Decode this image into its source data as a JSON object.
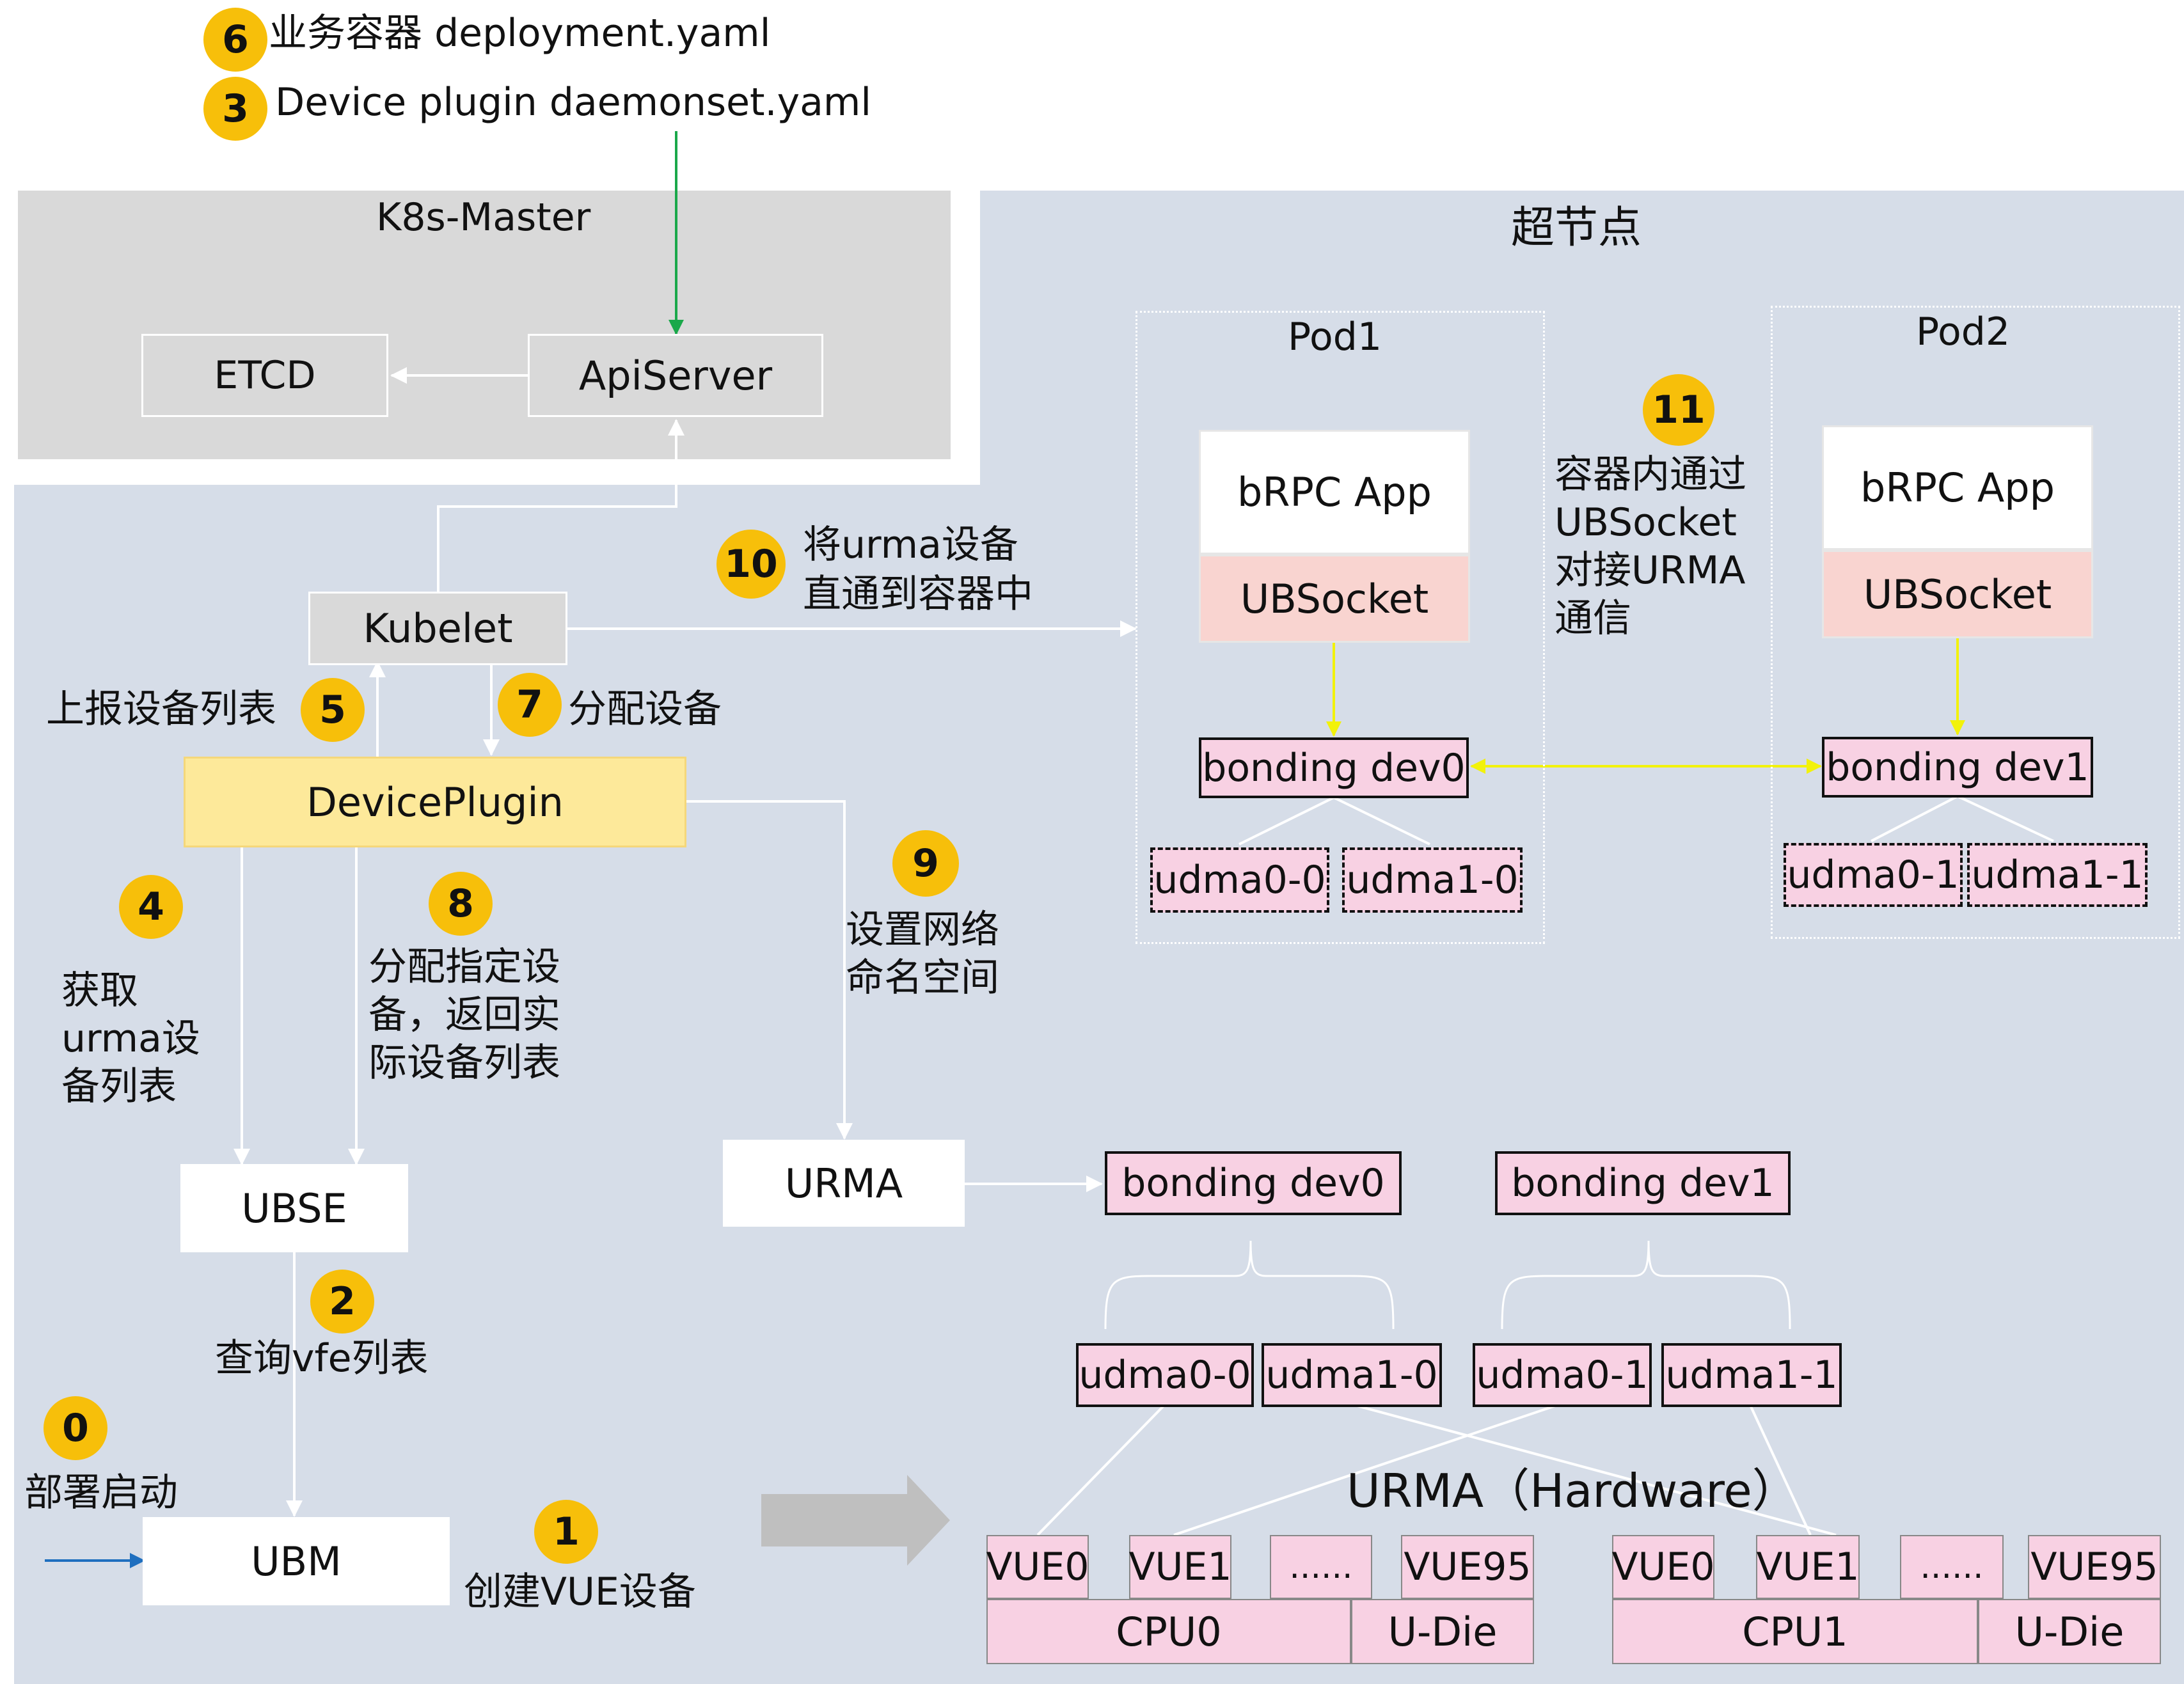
{
  "steps": {
    "s0": "0",
    "s1": "1",
    "s2": "2",
    "s3": "3",
    "s4": "4",
    "s5": "5",
    "s6": "6",
    "s7": "7",
    "s8": "8",
    "s9": "9",
    "s10": "10",
    "s11": "11"
  },
  "top": {
    "line6": "业务容器 deployment.yaml",
    "line3": "Device plugin daemonset.yaml"
  },
  "master": {
    "title": "K8s-Master",
    "etcd": "ETCD",
    "apiserver": "ApiServer"
  },
  "supernode": {
    "title": "超节点"
  },
  "kubelet": "Kubelet",
  "deviceplugin": "DevicePlugin",
  "ubse": "UBSE",
  "ubm": "UBM",
  "urma": "URMA",
  "labels": {
    "l10a": "将urma设备",
    "l10b": "直通到容器中",
    "l5": "上报设备列表",
    "l7": "分配设备",
    "l4a": "获取",
    "l4b": "urma设",
    "l4c": "备列表",
    "l8a": "分配指定设",
    "l8b": "备，返回实",
    "l8c": "际设备列表",
    "l9a": "设置网络",
    "l9b": "命名空间",
    "l2": "查询vfe列表",
    "l0": "部署启动",
    "l1": "创建VUE设备",
    "l11a": "容器内通过",
    "l11b": "UBSocket",
    "l11c": "对接URMA",
    "l11d": "通信"
  },
  "pod1": {
    "title": "Pod1",
    "app": "bRPC App",
    "sock": "UBSocket",
    "bond": "bonding dev0",
    "u0": "udma0-0",
    "u1": "udma1-0"
  },
  "pod2": {
    "title": "Pod2",
    "app": "bRPC App",
    "sock": "UBSocket",
    "bond": "bonding dev1",
    "u0": "udma0-1",
    "u1": "udma1-1"
  },
  "hw": {
    "bond0": "bonding dev0",
    "bond1": "bonding dev1",
    "u00": "udma0-0",
    "u10": "udma1-0",
    "u01": "udma0-1",
    "u11": "udma1-1",
    "title": "URMA（Hardware）",
    "cpu0": {
      "v0": "VUE0",
      "v1": "VUE1",
      "dots": "......",
      "v95": "VUE95",
      "cpu": "CPU0",
      "udie": "U-Die"
    },
    "cpu1": {
      "v0": "VUE0",
      "v1": "VUE1",
      "dots": "......",
      "v95": "VUE95",
      "cpu": "CPU1",
      "udie": "U-Die"
    }
  },
  "colors": {
    "badge": "#f7bf0a",
    "panel": "#d6dde8",
    "master": "#d9d9d9",
    "pink": "#f8d1e3",
    "plugin": "#fde99a",
    "sockbg": "#f9d4d0",
    "green_arrow": "#1aa84a",
    "yellow_arrow": "#f2f20a",
    "blue_arrow": "#1f6fbf"
  }
}
